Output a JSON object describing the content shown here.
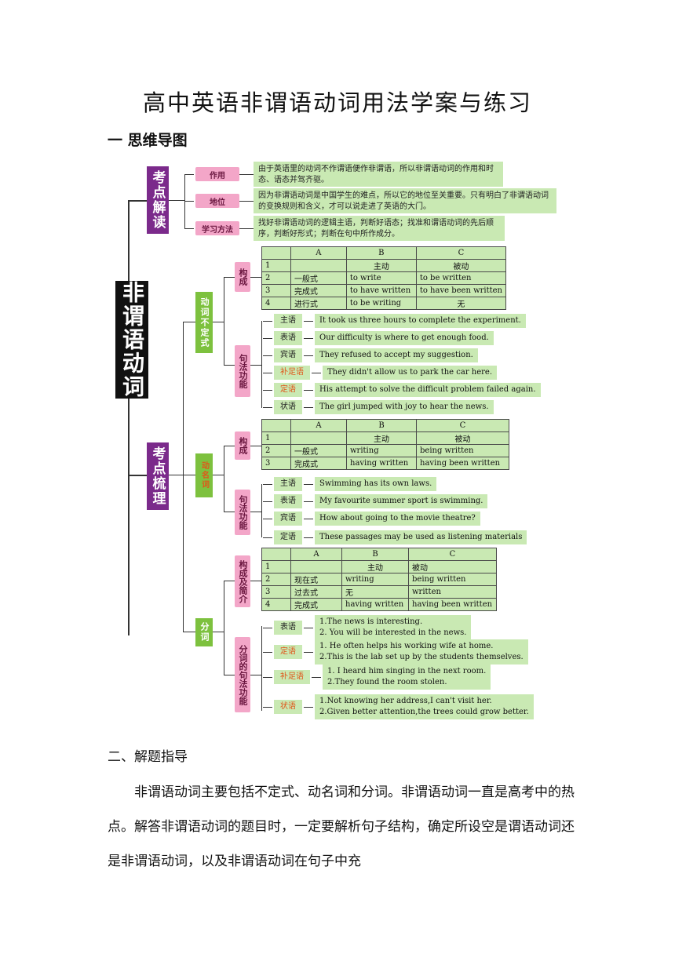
{
  "title": "高中英语非谓语动词用法学案与练习",
  "section1": "一 思维导图",
  "mindmap": {
    "root": "非谓语动词",
    "kaodian_jiedu": "考点解读",
    "kaodian_shuli": "考点梳理",
    "jiedu_items": [
      {
        "label": "作用",
        "text": "由于英语里的动词不作谓语便作非谓语，所以非谓语动词的作用和时态、语态并驾齐驱。"
      },
      {
        "label": "地位",
        "text": "因为非谓语动词是中国学生的难点，所以它的地位至关重要。只有明白了非谓语动词的变换规则和含义，才可以说走进了英语的大门。"
      },
      {
        "label": "学习方法",
        "text": "找好非谓语动词的逻辑主语，判断好语态；找准和谓语动词的先后顺序，判断好形式；判断在句中所作成分。"
      }
    ],
    "infinitive": {
      "name": "动词不定式",
      "goucheng": "构成",
      "table": [
        [
          "",
          "A",
          "B",
          "C"
        ],
        [
          "1",
          "",
          "主动",
          "被动"
        ],
        [
          "2",
          "一般式",
          "to write",
          "to be written"
        ],
        [
          "3",
          "完成式",
          "to have written",
          "to have been written"
        ],
        [
          "4",
          "进行式",
          "to be writing",
          "无"
        ]
      ],
      "func_label": "句法功能",
      "functions": [
        {
          "label": "主语",
          "text": "It took us three hours to complete the experiment."
        },
        {
          "label": "表语",
          "text": "Our difficulty is where to get enough food."
        },
        {
          "label": "宾语",
          "text": "They refused to accept my suggestion."
        },
        {
          "label": "补足语",
          "text": "They didn't allow us to park the car here."
        },
        {
          "label": "定语",
          "text": "His attempt to solve the difficult problem failed again."
        },
        {
          "label": "状语",
          "text": "The girl jumped with joy to hear the news."
        }
      ]
    },
    "gerund": {
      "name": "动名词",
      "goucheng": "构成",
      "table": [
        [
          "",
          "A",
          "B",
          "C"
        ],
        [
          "1",
          "",
          "主动",
          "被动"
        ],
        [
          "2",
          "一般式",
          "writing",
          "being written"
        ],
        [
          "3",
          "完成式",
          "having written",
          "having been written"
        ]
      ],
      "func_label": "句法功能",
      "functions": [
        {
          "label": "主语",
          "text": "Swimming has its own laws."
        },
        {
          "label": "表语",
          "text": "My favourite summer sport is swimming."
        },
        {
          "label": "宾语",
          "text": "How about going to the movie theatre?"
        },
        {
          "label": "定语",
          "text": "These passages may be used as listening materials"
        }
      ]
    },
    "participle": {
      "name": "分词",
      "goucheng": "构成及简介",
      "table": [
        [
          "",
          "A",
          "B",
          "C"
        ],
        [
          "1",
          "",
          "主动",
          "被动"
        ],
        [
          "2",
          "现在式",
          "writing",
          "being written"
        ],
        [
          "3",
          "过去式",
          "无",
          "written"
        ],
        [
          "4",
          "完成式",
          "having written",
          "having been written"
        ]
      ],
      "func_label": "分词的句法功能",
      "functions": [
        {
          "label": "表语",
          "line1": "1.The news is interesting.",
          "line2": "2. You will be interested in the news."
        },
        {
          "label": "定语",
          "line1": "1. He often helps his working wife at home.",
          "line2": "2.This is the lab set up by the students themselves."
        },
        {
          "label": "补足语",
          "line1": "1. I heard him singing in the next room.",
          "line2": "2.They found the room stolen."
        },
        {
          "label": "状语",
          "line1": "1.Not knowing her address,I can't visit her.",
          "line2": "2.Given better attention,the trees could grow better."
        }
      ]
    }
  },
  "section2": "二、解题指导",
  "paragraph": "非谓语动词主要包括不定式、动名词和分词。非谓语动词一直是高考中的热点。解答非谓语动词的题目时，一定要解析句子结构，确定所设空是谓语动词还是非谓语动词，以及非谓语动词在句子中充"
}
